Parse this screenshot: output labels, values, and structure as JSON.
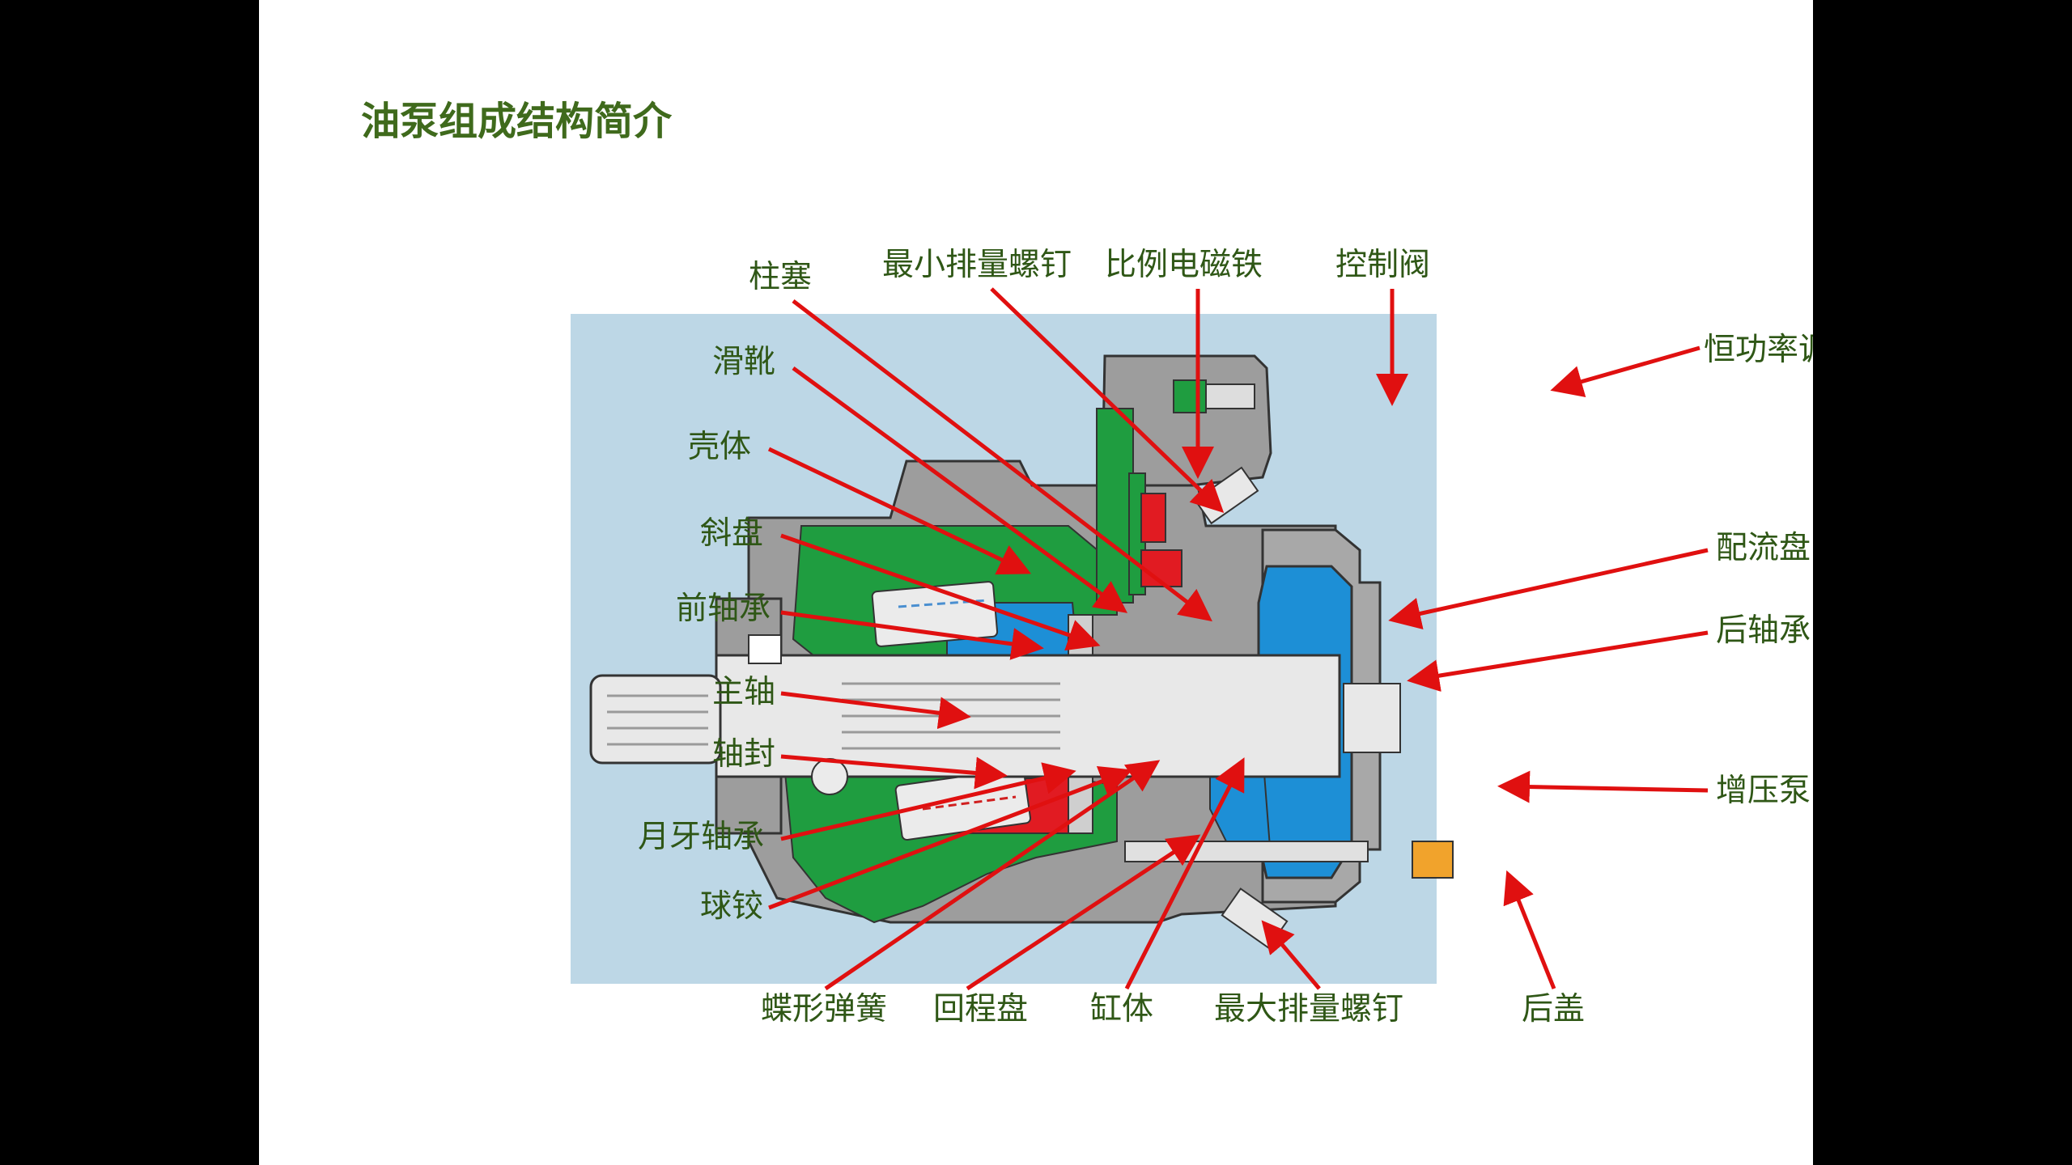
{
  "title": "油泵组成结构简介",
  "labels": {
    "plunger": "柱塞",
    "slipper": "滑靴",
    "housing": "壳体",
    "swashplate": "斜盘",
    "front_bearing": "前轴承",
    "main_shaft": "主轴",
    "shaft_seal": "轴封",
    "cradle_bearing": "月牙轴承",
    "ball_joint": "球铰",
    "min_displacement_screw": "最小排量螺钉",
    "proportional_solenoid": "比例电磁铁",
    "control_valve": "控制阀",
    "constant_power_regulation": "恒功率调节",
    "valve_plate": "配流盘",
    "rear_bearing": "后轴承",
    "booster_pump": "增压泵",
    "disc_spring": "蝶形弹簧",
    "return_plate": "回程盘",
    "cylinder_block": "缸体",
    "max_displacement_screw": "最大排量螺钉",
    "rear_cover": "后盖"
  },
  "colors": {
    "background_panel": "#bdd7e6",
    "housing_gray": "#9d9d9d",
    "green_parts": "#1f9d40",
    "blue_parts": "#1d8fd6",
    "red_parts": "#e11b22",
    "label_text": "#2f5716",
    "title_text": "#3f6a1c",
    "arrow": "#e01010"
  }
}
